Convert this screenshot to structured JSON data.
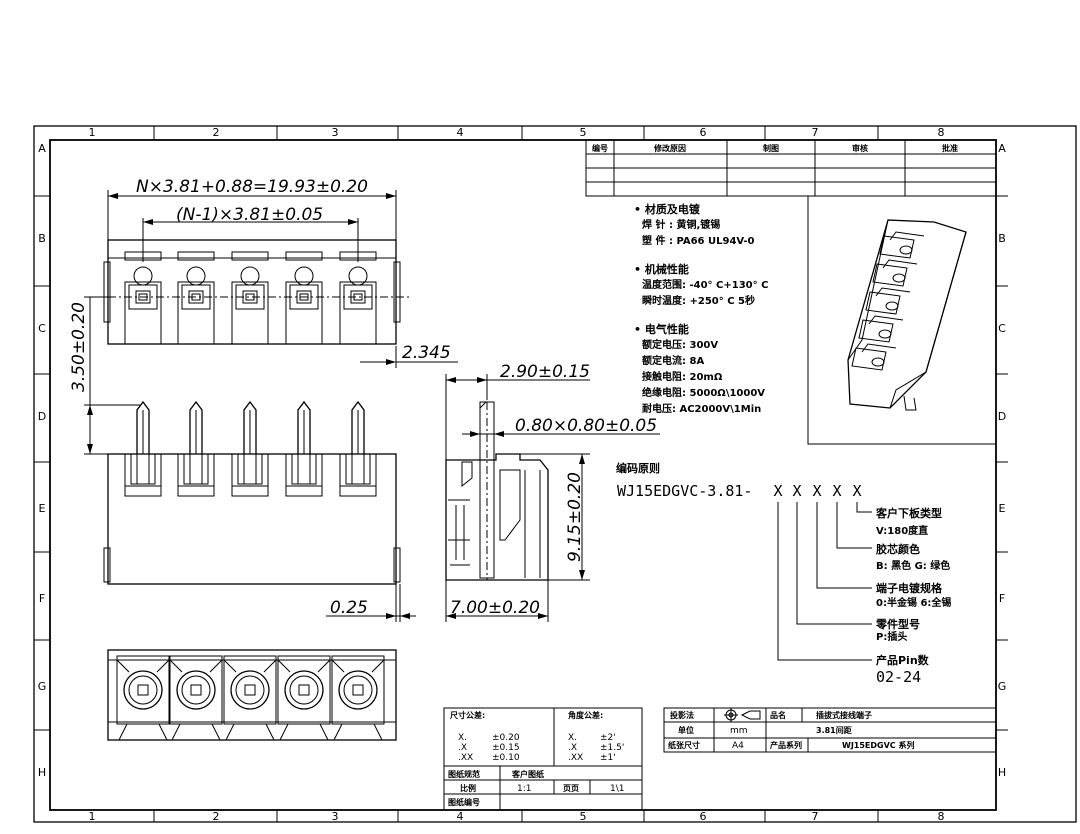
{
  "frame": {
    "cols": [
      "1",
      "2",
      "3",
      "4",
      "5",
      "6",
      "7",
      "8"
    ],
    "rows": [
      "A",
      "B",
      "C",
      "D",
      "E",
      "F",
      "G",
      "H"
    ]
  },
  "revision_table": {
    "headers": [
      "编号",
      "修改原因",
      "制图",
      "审核",
      "批准"
    ]
  },
  "dimensions": {
    "total_width": "N×3.81+0.88=19.93±0.20",
    "pitch": "(N-1)×3.81±0.05",
    "offset_2345": "2.345",
    "height_350": "3.50±0.20",
    "side_290": "2.90±0.15",
    "pin_section": "0.80×0.80±0.05",
    "side_height": "9.15±0.20",
    "side_width": "7.00±0.20",
    "edge_025": "0.25"
  },
  "specs": {
    "material_title": "• 材质及电镀",
    "material_lines": [
      "焊 针 : 黄铜,镀锡",
      "塑 件 : PA66 UL94V-0"
    ],
    "mech_title": "• 机械性能",
    "mech_lines": [
      "温度范围: -40° C+130° C",
      "瞬时温度: +250° C 5秒"
    ],
    "elec_title": "• 电气性能",
    "elec_lines": [
      "额定电压: 300V",
      "额定电流: 8A",
      "接触电阻: 20mΩ",
      "绝缘电阻: 5000Ω\\1000V",
      "耐电压: AC2000V\\1Min"
    ]
  },
  "coding": {
    "title": "编码原则",
    "code": "WJ15EDGVC-3.81-",
    "x_marks": [
      "X",
      "X",
      "X",
      "X",
      "X"
    ],
    "items": [
      {
        "t1": "客户下板类型",
        "t2": "V:180度直"
      },
      {
        "t1": "胶芯颜色",
        "t2": "B: 黑色  G: 绿色"
      },
      {
        "t1": "端子电镀规格",
        "t2": "0:半金锡  6:全锡"
      },
      {
        "t1": "零件型号",
        "t2": "P:插头"
      },
      {
        "t1": "产品Pin数",
        "t2": "02-24"
      }
    ]
  },
  "tolerance": {
    "size_label": "尺寸公差:",
    "angle_label": "角度公差:",
    "rows": [
      {
        "a": "X.",
        "b": "±0.20",
        "c": "X.",
        "d": "±2'"
      },
      {
        "a": ".X",
        "b": "±0.15",
        "c": ".X",
        "d": "±1.5'"
      },
      {
        "a": ".XX",
        "b": "±0.10",
        "c": ".XX",
        "d": "±1'"
      }
    ],
    "drawing_rule": "图纸规范",
    "customer_drawing": "客户图纸",
    "scale_label": "比例",
    "scale_value": "1:1",
    "page_label": "页页",
    "page_value": "1\\1",
    "drawing_no_label": "图纸编号"
  },
  "title_block": {
    "projection_label": "投影法",
    "name_label": "品名",
    "name_value": "插拔式接线端子",
    "name_value2": "3.81间距",
    "unit_label": "单位",
    "unit_value": "mm",
    "paper_label": "纸张尺寸",
    "paper_value": "A4",
    "series_label": "产品系列",
    "series_value": "WJ15EDGVC 系列"
  }
}
